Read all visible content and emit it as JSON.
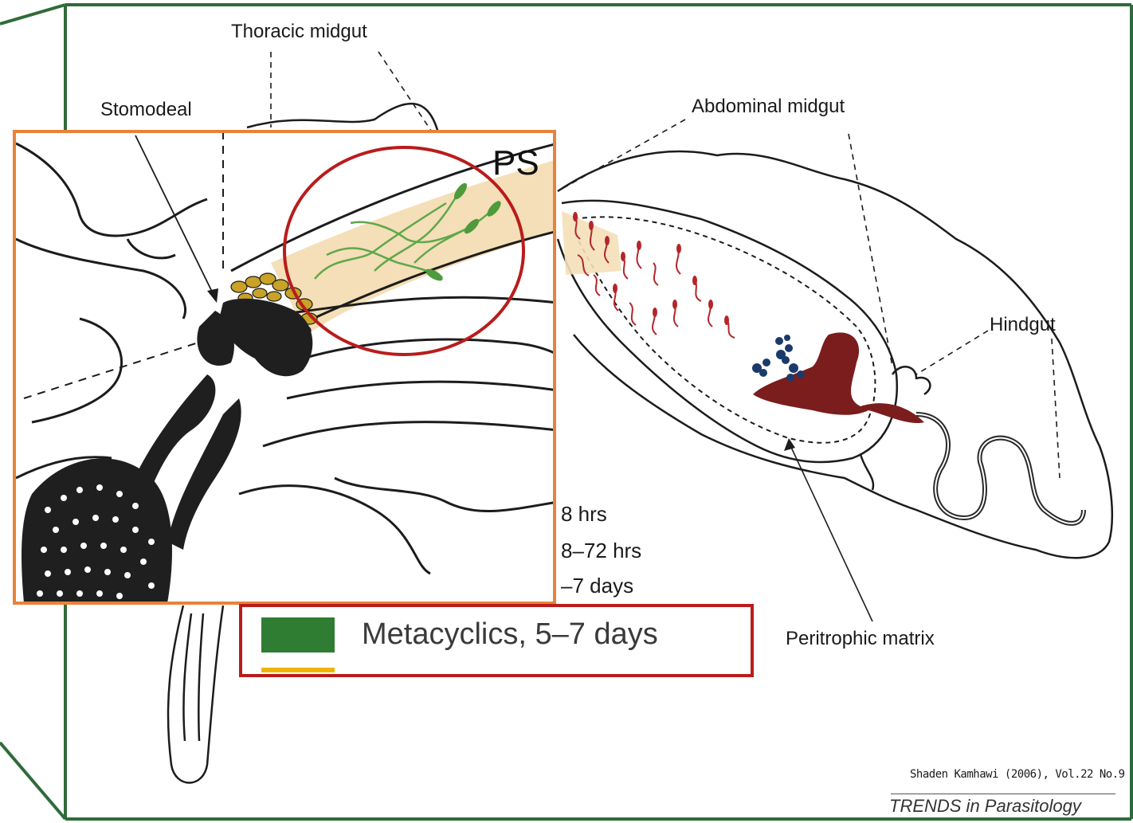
{
  "labels": {
    "thoracic_midgut": "Thoracic midgut",
    "stomodeal": "Stomodeal",
    "abdominal_midgut": "Abdominal midgut",
    "hindgut": "Hindgut",
    "peritrophic_matrix": "Peritrophic matrix",
    "ps": "PS"
  },
  "legend_partial": [
    "8 hrs",
    "8–72 hrs",
    "–7 days"
  ],
  "legend_highlight": {
    "text": "Metacyclics, 5–7 days",
    "swatch_color": "#2f7d32",
    "underline_color": "#f0b400"
  },
  "citation": "Shaden Kamhawi (2006), Vol.22 No.9",
  "journal": "TRENDS in Parasitology",
  "colors": {
    "frame_green": "#2f6b3a",
    "zoom_box_orange": "#e8823a",
    "highlight_red": "#b91c1c",
    "parasite_red": "#b3262b",
    "parasite_blue": "#1b3a6b",
    "mass_brown": "#7b1d1d",
    "metacyclic_green": "#5fa84a",
    "nectomonad_band": "#f4dfb8"
  },
  "icons": [
    "sandfly-midgut-illustration",
    "metacyclic-parasite-icon",
    "nectomonad-parasite-icon",
    "amastigote-icon"
  ]
}
